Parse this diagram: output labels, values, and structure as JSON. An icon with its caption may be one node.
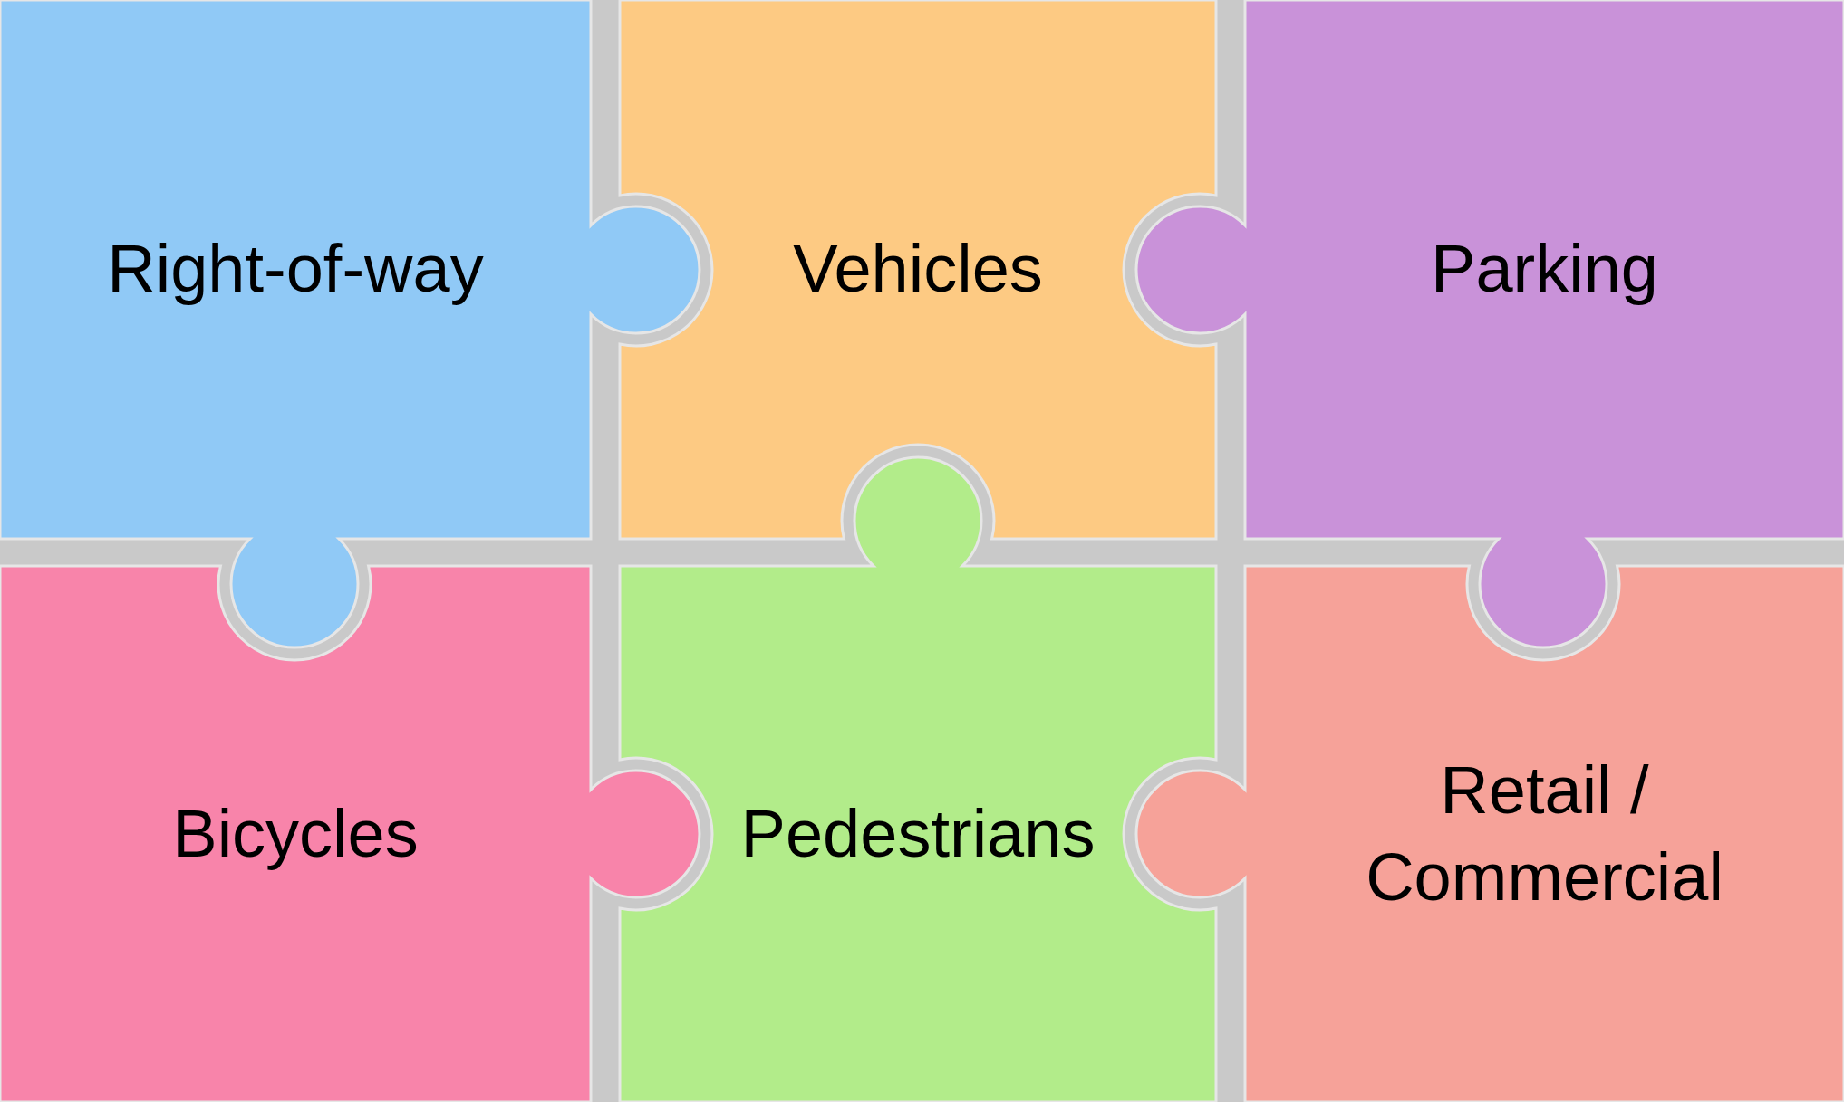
{
  "diagram": {
    "nodes": [
      {
        "text": [
          "Right-of-way"
        ]
      },
      {
        "text": [
          "Vehicles"
        ]
      },
      {
        "text": [
          "Parking"
        ]
      },
      {
        "text": [
          "Bicycles"
        ]
      },
      {
        "text": [
          "Pedestrians"
        ]
      },
      {
        "text": [
          "Retail / Commercial"
        ]
      }
    ]
  }
}
